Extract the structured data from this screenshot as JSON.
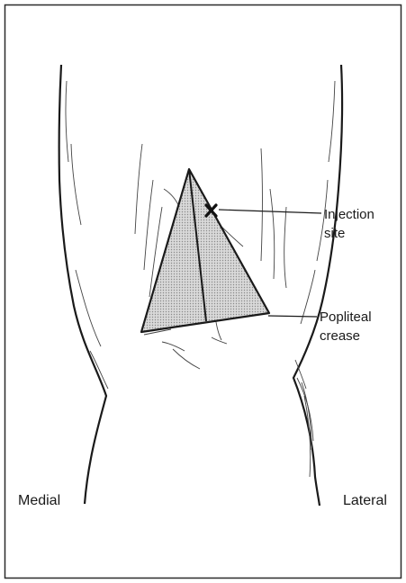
{
  "labels": {
    "injection_site_line1": "Injection",
    "injection_site_line2": "site",
    "popliteal_crease_line1": "Popliteal",
    "popliteal_crease_line2": "crease",
    "medial": "Medial",
    "lateral": "Lateral"
  },
  "colors": {
    "line": "#1a1a1a",
    "shading": "#c9c9c9",
    "frame": "#2a2a2a",
    "background": "#ffffff"
  },
  "icons": {
    "injection_marker": "x-mark-icon"
  }
}
